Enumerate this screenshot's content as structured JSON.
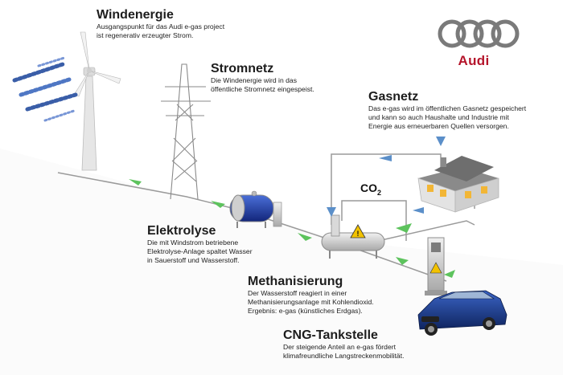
{
  "brand": {
    "name": "Audi",
    "logo": "audi-four-rings",
    "colors": {
      "rings": "#7a7a7a",
      "text": "#b5152b"
    }
  },
  "stations": [
    {
      "id": "windenergie",
      "title": "Windenergie",
      "lines": [
        "Ausgangspunkt für das Audi e-gas project",
        "ist regenerativ erzeugter Strom."
      ]
    },
    {
      "id": "stromnetz",
      "title": "Stromnetz",
      "lines": [
        "Die Windenergie wird in das",
        "öffentliche Stromnetz eingespeist."
      ]
    },
    {
      "id": "gasnetz",
      "title": "Gasnetz",
      "lines": [
        "Das e-gas wird im öffentlichen Gasnetz gespeichert",
        "und kann so auch Haushalte und Industrie mit",
        "Energie aus erneuerbaren Quellen versorgen."
      ]
    },
    {
      "id": "elektrolyse",
      "title": "Elektrolyse",
      "lines": [
        "Die mit Windstrom betriebene",
        "Elektrolyse-Anlage spaltet Wasser",
        "in Sauerstoff und Wasserstoff."
      ]
    },
    {
      "id": "methanisierung",
      "title": "Methanisierung",
      "lines": [
        "Der Wasserstoff reagiert in einer",
        "Methanisierungsanlage mit Kohlendioxid.",
        "Ergebnis: e-gas (künstliches Erdgas)."
      ]
    },
    {
      "id": "cng",
      "title": "CNG-Tankstelle",
      "lines": [
        "Der steigende Anteil an e-gas fördert",
        "klimafreundliche Langstreckenmobilität."
      ]
    }
  ],
  "co2_label": {
    "main": "CO",
    "sub": "2"
  },
  "colors": {
    "flow_arrow": "#5dc35d",
    "return_arrow": "#5b8fc9",
    "line": "#9a9a9a",
    "tank": "#1f3fb0",
    "car": "#1b3c8f",
    "roof": "#6e6e6e",
    "window": "#f2b636"
  }
}
